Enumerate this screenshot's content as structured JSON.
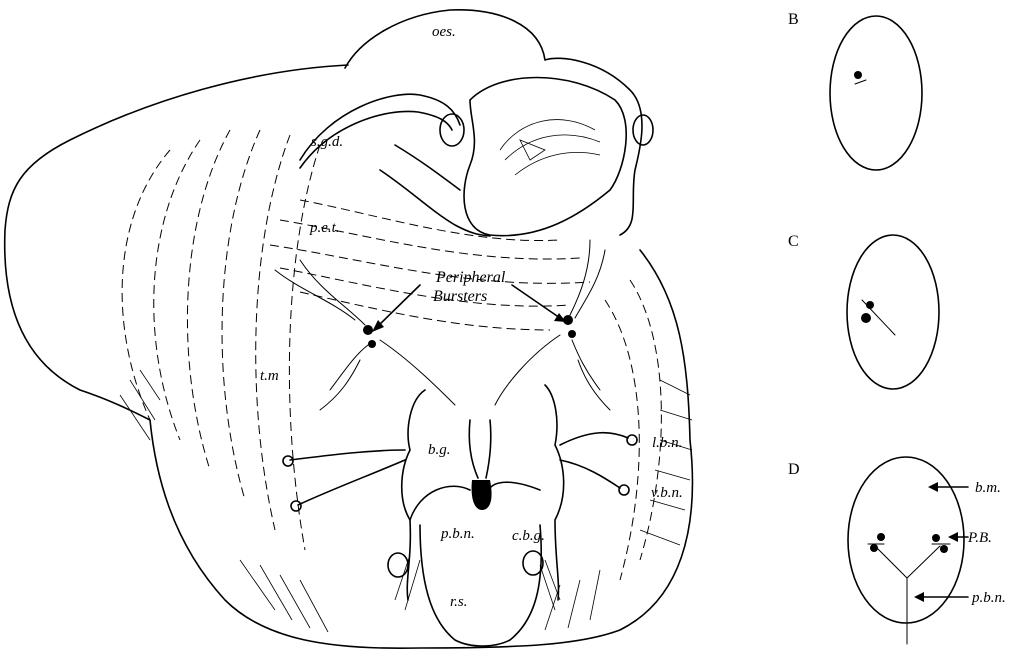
{
  "panels": {
    "B": "B",
    "C": "C",
    "D": "D"
  },
  "main_labels": {
    "oes": "oes.",
    "sgd": "s.g.d.",
    "pet": "p.e.t.",
    "tm": "t.m",
    "peripheral_bursters": "Peripheral Bursters",
    "bg": "b.g.",
    "lbn": "l.b.n.",
    "vbn": "v.b.n.",
    "pbn": "p.b.n.",
    "cbg": "c.b.g.",
    "rs": "r.s."
  },
  "panel_d_labels": {
    "bm": "b.m.",
    "PB": "P.B.",
    "pbn": "p.b.n."
  }
}
